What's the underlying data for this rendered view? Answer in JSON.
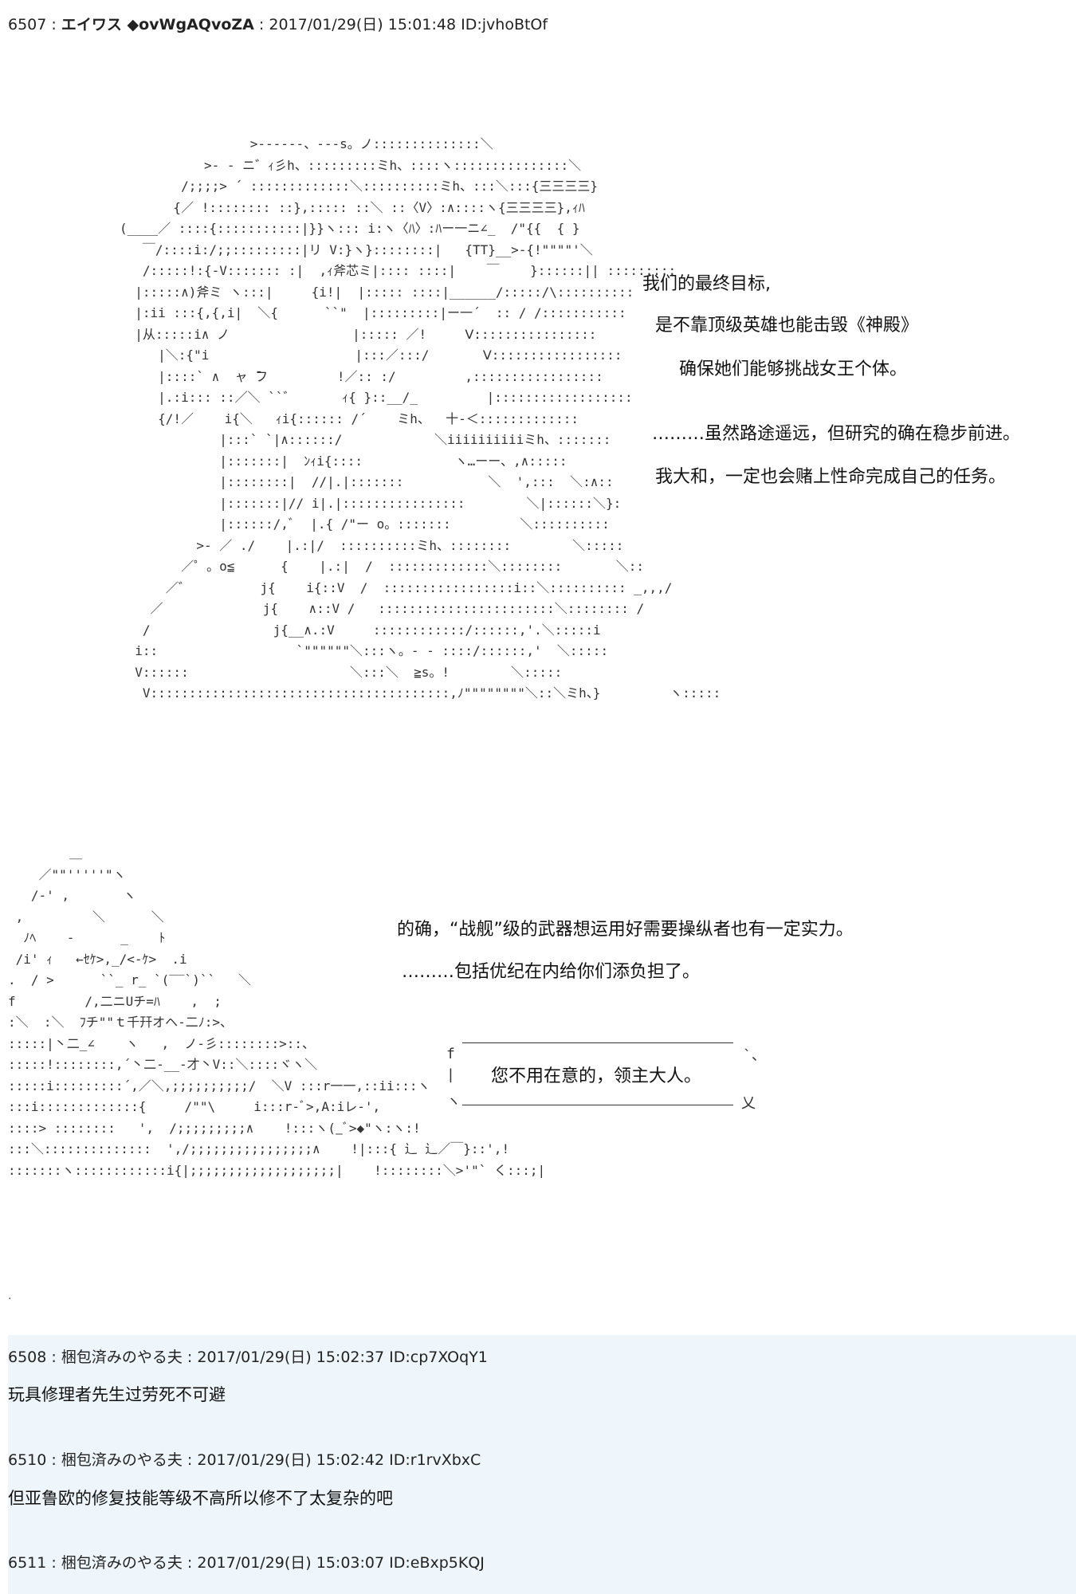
{
  "posts": [
    {
      "number": "6507",
      "name": "エイワス ◆ovWgAQvoZA",
      "date": "2017/01/29(日) 15:01:48",
      "id": "ID:jvhoBtOf"
    },
    {
      "number": "6508",
      "name": "梱包済みのやる夫",
      "date": "2017/01/29(日) 15:02:37",
      "id": "ID:cp7XOqY1",
      "body": "玩具修理者先生过劳死不可避"
    },
    {
      "number": "6510",
      "name": "梱包済みのやる夫",
      "date": "2017/01/29(日) 15:02:42",
      "id": "ID:r1rvXbxC",
      "body": "但亚鲁欧的修复技能等级不高所以修不了太复杂的吧"
    },
    {
      "number": "6511",
      "name": "梱包済みのやる夫",
      "date": "2017/01/29(日) 15:03:07",
      "id": "ID:eBxp5KQJ"
    }
  ],
  "dialog1": {
    "lines": [
      "我们的最终目标,",
      "是不靠顶级英雄也能击毁《神殿》",
      "确保她们能够挑战女王个体。",
      "………虽然路途遥远，但研究的确在稳步前进。",
      "我大和，一定也会赌上性命完成自己的任务。"
    ]
  },
  "dialog2": {
    "lines": [
      "的确，“战舰”级的武器想运用好需要操纵者也有一定实力。",
      "………包括优纪在内给你们添负担了。"
    ]
  },
  "speech_bubble": {
    "text": "您不用在意的，领主大人。"
  },
  "aa1": [
    "                 >------、---s。ノ::::::::::::::＼",
    "           >- - ニ゛ｨ彡h、:::::::::ミh、::::ヽ:::::::::::::::＼",
    "        /;;;;> ´ :::::::::::::＼::::::::::ミh、:::＼:::{三三三三}",
    "       {／ !:::::::: ::},::::: ::＼ ::〈V〉:∧::::ヽ{三三三三},ｨﾊ",
    "(____／ ::::{:::::::::::|}}ヽ::: i:ヽ〈ﾊ〉:ﾊー一ニ∠_  /\"{{  { }",
    "   ￣/::::i:/;;:::::::::|リ V:}ヽ}::::::::|   {TT}__>-{!\"\"\"\"'＼",
    "   /:::::!:{-V::::::: :|  ,ｨ斧芯ミ|:::: ::::|    ￣    }::::::|| :::::::::",
    "  |:::::∧)斧ミ ヽ:::|     {i!|  |::::: ::::|______/:::::/\\::::::::::",
    "  |:ii :::{,{,i|  ＼{      ``\"  |:::::::::|ー一´  :: / /:::::::::::",
    "  |从:::::i∧ ノ                |::::: ／!     Ⅴ::::::::::::::::",
    "     |＼:{\"i                   |:::／:::/       Ⅴ:::::::::::::::::",
    "     |::::` ∧  ャ ̄フ         !／:: :/         ,:::::::::::::::::",
    "     |.:i::: ::／＼ ``゛      ｨ{ }::__/_         |::::::::::::::::::",
    "     {/!／    i{＼   ｨi{:::::: /´    ミh、  十-＜:::::::::::::",
    "             |:::` `|∧::::::/            ＼iiiiiiiiiiミh、:::::::",
    "             |:::::::|  ﾝｨi{::::            ヽ…ーー、,∧:::::",
    "             |::::::::|  //|.|:::::::           ＼  ',:::  ＼:∧::",
    "             |:::::::|// i|.|::::::::::::::::        ＼|::::::＼}:",
    "             |::::::/,ﾞ  |.{ /\"ー o。:::::::         ＼::::::::::",
    "          >- ／ ./    |.:|/  ::::::::::ミh、::::::::        ＼:::::",
    "        ／゜。o≦      {    |.:|  /  :::::::::::::＼::::::::       ＼::",
    "      ／゛         j{    i{::V  /  :::::::::::::::::i::＼:::::::::: _,,,/",
    "    ／             j{    ∧::V /   :::::::::::::::::::::::＼:::::::: /",
    "   /                j{__∧.:V     ::::::::::::/::::::,'.＼:::::i",
    "  i::                  `\"\"\"\"\"\"＼:::ヽ。- - ::::/::::::,'  ＼:::::",
    "  V::::::                     ＼:::＼  ≧s。!        ＼:::::",
    "   V:::::::::::::::::::::::::::::::::::::::,ﾉ\"\"\"\"\"\"\"\"＼::＼ミh、}         ヽ:::::"
  ],
  "aa2": [
    "        ＿",
    "    ／\"\"'''''\"ヽ",
    "   /-' ,       ヽ",
    " ,         ＼      ＼",
    "  ﾉﾍ    -      _    ﾄ",
    " /i' ｨ   ←ｾｹ>,_/<-ｹ>  .i",
    ".  / >      ``_ r_ `(‾‾`)``   ＼",
    "f         /,二ニUチ=ﾊ    ,  ;",
    ":＼  :＼  ﾌチ\"\"ｔ千幵オヘ-二ﾉ:>、",
    ":::::|丶二_∠    ヽ   ,  ノ-彡::::::::>::、",
    ":::::!::::::::,´丶二-__-才丶V::＼::::ヾヽ＼",
    ":::::i:::::::::´,／＼,;;;;;;;;;;/  ＼V :::r一一,::ii:::ヽ",
    ":::i:::::::::::::{     /\"\"\\     i:::r-ﾞ>,A:iレ-',",
    "::::> ::::::::   ',  /;;;;;;;;;∧    !:::ヽ(_ﾞ>◆\"ヽ:ヽ:!",
    ":::＼::::::::::::::  ',/;;;;;;;;;;;;;;;;∧    !|:::{ 辶 辶／￣}::',!",
    ":::::::ヽ::::::::::::i{|;;;;;;;;;;;;;;;;;;;|    !::::::::＼>'\"` く:::;|"
  ]
}
